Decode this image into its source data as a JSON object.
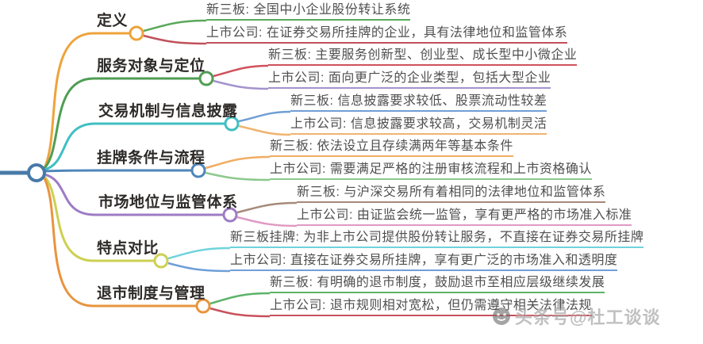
{
  "map": {
    "root_color": "#4879a8",
    "branches": [
      {
        "label": "定义",
        "color": "#eea33b",
        "children": [
          {
            "text": "新三板: 全国中小企业股份转让系统",
            "color": "#5aa85a"
          },
          {
            "text": "上市公司: 在证券交易所挂牌的企业，具有法律地位和监管体系",
            "color": "#c1515c"
          }
        ]
      },
      {
        "label": "服务对象与定位",
        "color": "#4f9e53",
        "children": [
          {
            "text": "新三板: 主要服务创新型、创业型、成长型中小微企业",
            "color": "#d0515c"
          },
          {
            "text": "上市公司: 面向更广泛的企业类型，包括大型企业",
            "color": "#a393cd"
          }
        ]
      },
      {
        "label": "交易机制与信息披露",
        "color": "#3fbfc3",
        "children": [
          {
            "text": "新三板: 信息披露要求较低、股票流动性较差",
            "color": "#6f9fd4"
          },
          {
            "text": "上市公司: 信息披露要求较高，交易机制灵活",
            "color": "#efb470"
          }
        ]
      },
      {
        "label": "挂牌条件与流程",
        "color": "#4e86ba",
        "children": [
          {
            "text": "新三板: 依法设立且存续满两年等基本条件",
            "color": "#f0ad62"
          },
          {
            "text": "上市公司: 需要满足严格的注册审核流程和上市资格确认",
            "color": "#8cc98c"
          }
        ]
      },
      {
        "label": "市场地位与监管体系",
        "color": "#9d7cc4",
        "children": [
          {
            "text": "新三板: 与沪深交易所有着相同的法律地位和监管体系",
            "color": "#a68a7b"
          },
          {
            "text": "上市公司: 由证监会统一监管，享有更严格的市场准入标准",
            "color": "#e09ac4"
          }
        ]
      },
      {
        "label": "特点对比",
        "color": "#cdd052",
        "children": [
          {
            "text": "新三板挂牌: 为非上市公司提供股份转让服务，不直接在证券交易所挂牌",
            "color": "#6fd3dc"
          },
          {
            "text": "上市公司: 直接在证券交易所挂牌，享有更广泛的市场准入和透明度",
            "color": "#6f9fd8"
          }
        ]
      },
      {
        "label": "退市制度与管理",
        "color": "#e8943e",
        "children": [
          {
            "text": "新三板: 有明确的退市制度，鼓励退市至相应层级继续发展",
            "color": "#5cb368"
          },
          {
            "text": "上市公司: 退市规则相对宽松，但仍需遵守相关法律法规",
            "color": "#c8515c"
          }
        ]
      }
    ]
  },
  "watermark": {
    "text": "头条号@杜工谈谈"
  }
}
